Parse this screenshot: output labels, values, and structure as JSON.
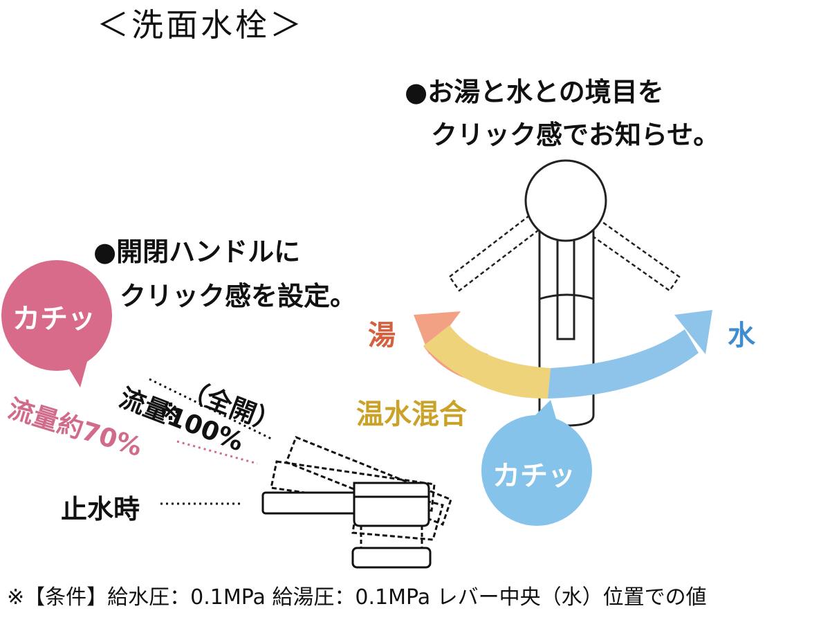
{
  "title": "＜洗面水栓＞",
  "note_click_boundary": {
    "line1": "●お湯と水との境目を",
    "line2": "クリック感でお知らせ。"
  },
  "note_handle": {
    "line1": "●開閉ハンドルに",
    "line2": "クリック感を設定。"
  },
  "labels": {
    "hot": "湯",
    "cold": "水",
    "mix": "温水混合",
    "stop": "止水時",
    "full_open_line1": "（全開）",
    "full_open_line2": "流量100%",
    "flow70": "流量約70%",
    "asterisk": "※",
    "click_sound_left": "カチッ",
    "click_sound_right": "カチッ"
  },
  "colors": {
    "hot": "#f2a184",
    "mix": "#efd37a",
    "cold": "#8ec4ea",
    "bubble_pink": "#d96b8a",
    "bubble_blue": "#86c3ea"
  },
  "footnote": "※【条件】給水圧：0.1MPa 給湯圧：0.1MPa レバー中央（水）位置での値"
}
